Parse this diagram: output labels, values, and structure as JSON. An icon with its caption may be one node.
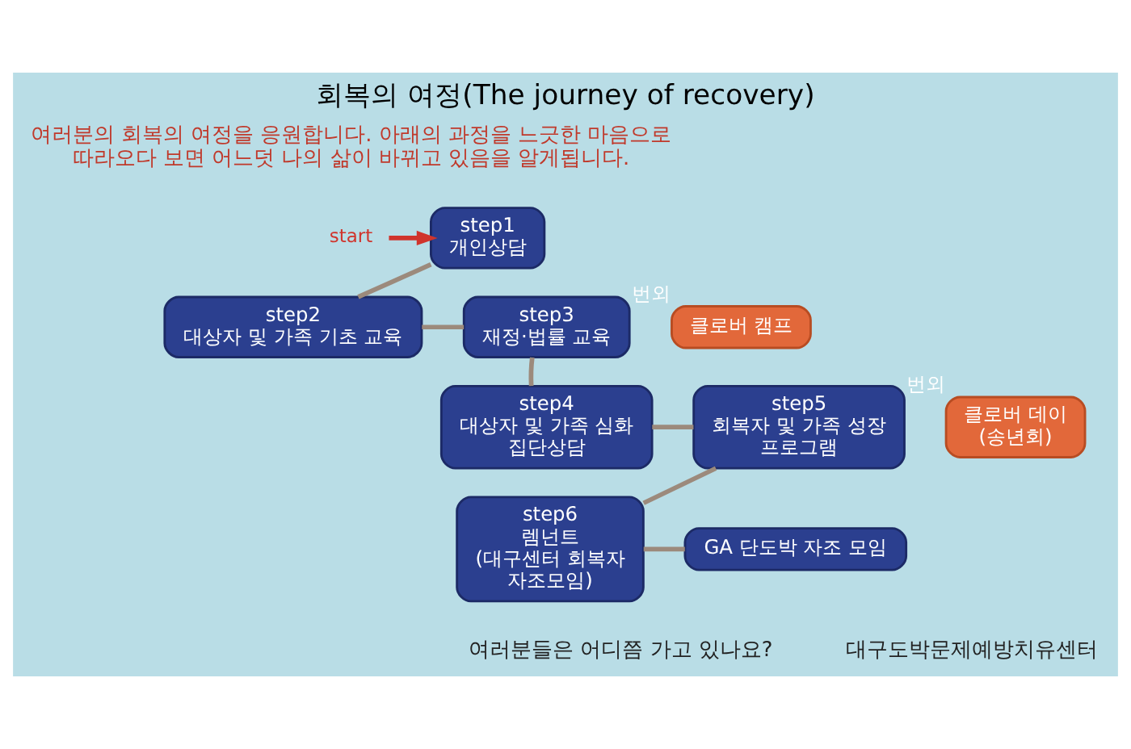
{
  "diagram": {
    "title": "회복의 여정(The journey of recovery)",
    "nodes": [
      {
        "text": [
          "start"
        ]
      },
      {
        "text": [
          "step1",
          "개인상담"
        ]
      },
      {
        "text": [
          "step2",
          "대상자 및 가족 기초 교육"
        ]
      },
      {
        "text": [
          "step3",
          "재정·법률 교육"
        ]
      },
      {
        "text": [
          "step4",
          "대상자 및 가족 심화 집단상담"
        ]
      },
      {
        "text": [
          "step5",
          "회복자 및 가족 성장 프로그램"
        ]
      },
      {
        "text": [
          "step6",
          "렘넌트",
          "(대구센터 회복자 자조모임)"
        ]
      },
      {
        "text": [
          "GA 단도박 자조 모임"
        ]
      },
      {
        "text": [
          "클로버 데이",
          "(송년회)"
        ],
        "beside": [
          "번외"
        ]
      },
      {
        "text": [
          "클로버 캠프"
        ],
        "beside": [
          "번외"
        ]
      }
    ],
    "edges": [
      {
        "from": 0,
        "to": 1,
        "arrow": "to",
        "color": "#d0342c"
      },
      {
        "from": 1,
        "to": 2,
        "arrow": "none"
      },
      {
        "from": 2,
        "to": 3,
        "arrow": "none"
      },
      {
        "from": 3,
        "to": 4,
        "arrow": "none"
      },
      {
        "from": 4,
        "to": 5,
        "arrow": "none"
      },
      {
        "from": 5,
        "to": 6,
        "arrow": "none"
      },
      {
        "from": 6,
        "to": 7,
        "arrow": "none"
      }
    ],
    "labels": [
      "여러분의 회복의 여정을 응원합니다. 아래의 과정을 느긋한 마음으로 따라오다 보면 어느덧 나의 삶이 바뀌고 있음을 알게됩니다.",
      "여러분들은 어디쯤 가고 있나요?",
      "대구도박문제예방치유센터"
    ]
  }
}
